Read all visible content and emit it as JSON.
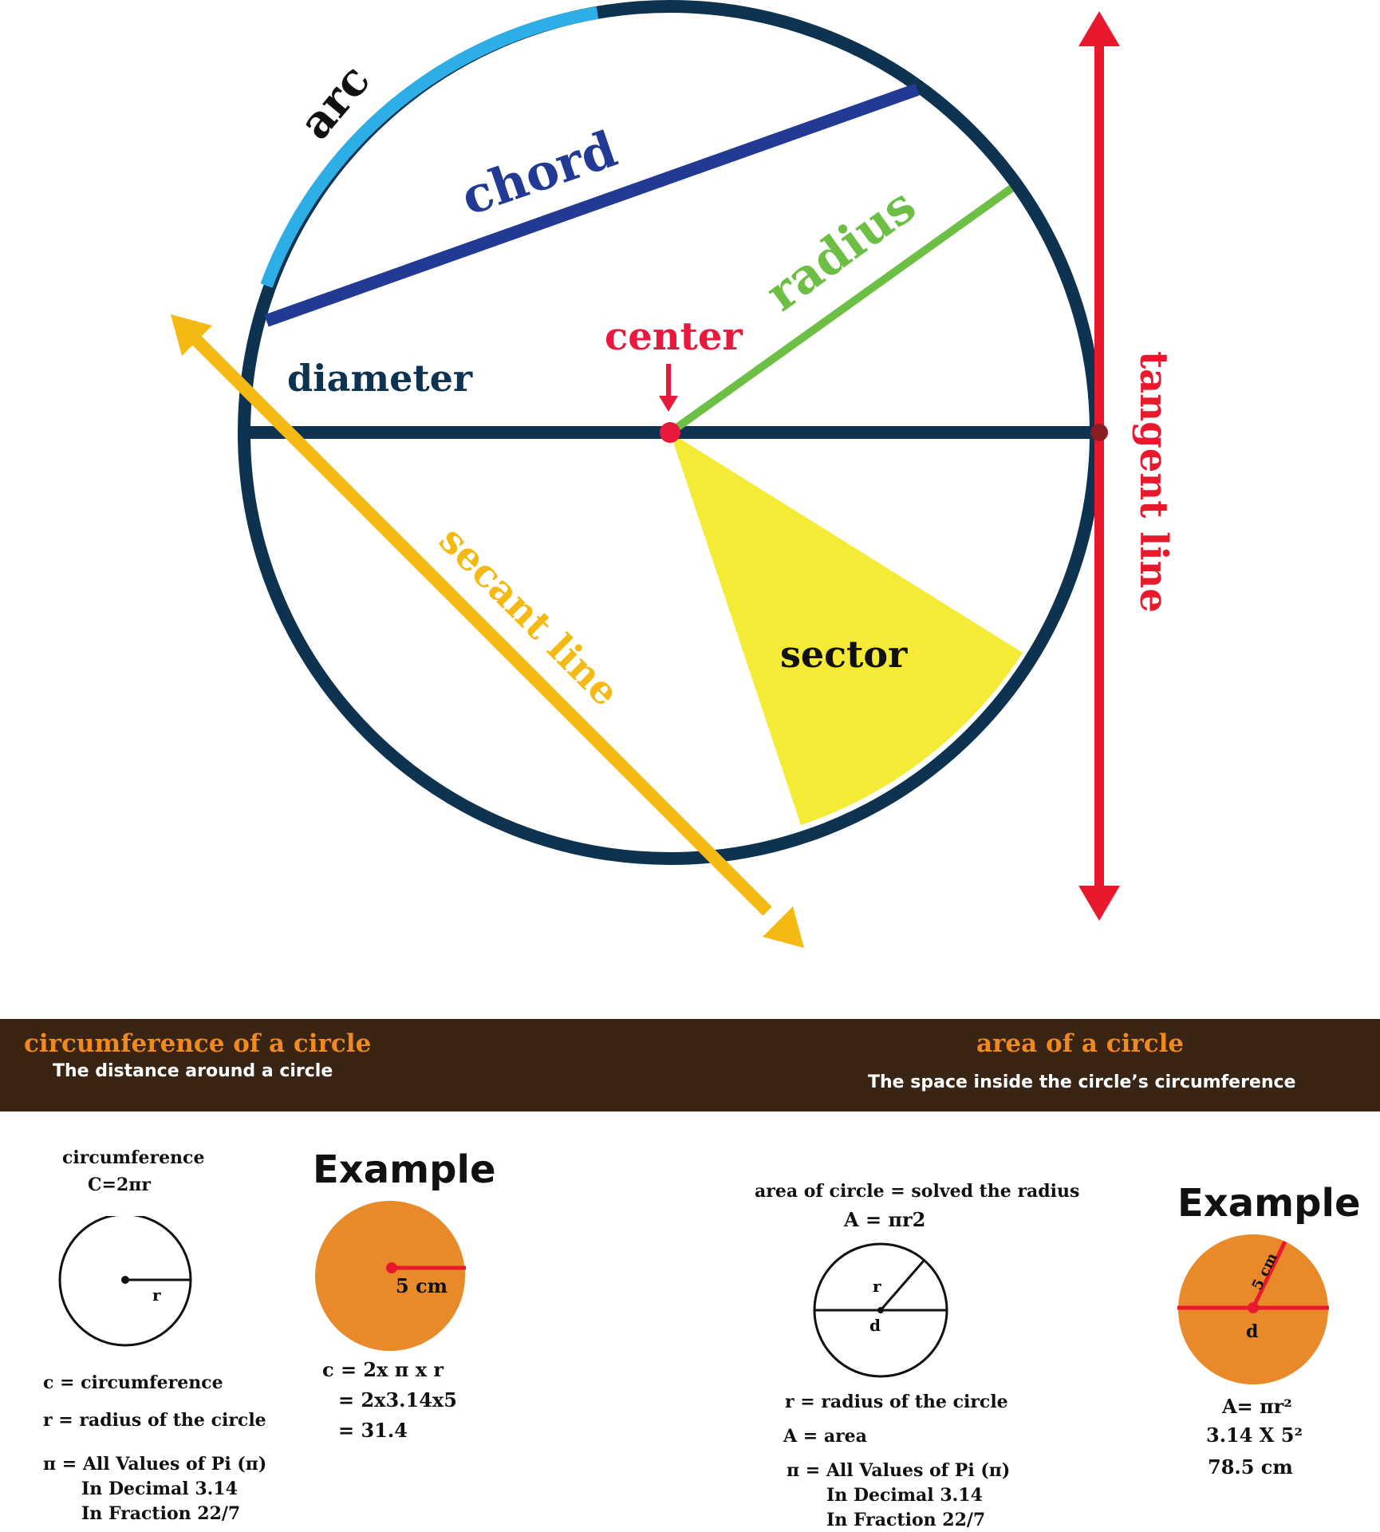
{
  "diagram": {
    "labels": {
      "arc": "arc",
      "chord": "chord",
      "radius": "radius",
      "center": "center",
      "diameter": "diameter",
      "secant": "secant line",
      "sector": "sector",
      "tangent": "tangent line"
    },
    "colors": {
      "circle": "#0d3350",
      "arc": "#2eaee6",
      "chord": "#233a94",
      "radius": "#6cbf44",
      "center": "#e8193c",
      "diameter": "#0d3350",
      "secant": "#f5b914",
      "sector": "#f5ea36",
      "tangent": "#e8192c"
    }
  },
  "band": {
    "left_title": "circumference of a circle",
    "left_subtitle": "The distance around a circle",
    "right_title": "area of a circle",
    "right_subtitle": "The space inside the circle’s circumference"
  },
  "circumference": {
    "heading": "circumference",
    "formula": "C=2πr",
    "diagram_label": "r",
    "legend": [
      "c = circumference",
      "r =  radius of the circle",
      "π =  All Values of Pi (π)",
      "In Decimal   3.14",
      "In Fraction 22/7"
    ],
    "example_title": "Example",
    "example_label": "5 cm",
    "calc": [
      "c = 2x π x r",
      "= 2x3.14x5",
      "= 31.4"
    ]
  },
  "area": {
    "heading": "area of circle = solved the radius",
    "formula": "A = πr2",
    "diagram_labels": {
      "r": "r",
      "d": "d"
    },
    "legend": [
      "r =  radius of the circle",
      "A = area",
      "π =  All Values of Pi (π)",
      "In Decimal   3.14",
      "In Fraction  22/7"
    ],
    "example_title": "Example",
    "example_labels": {
      "radius": "5 cm",
      "d": "d"
    },
    "calc": [
      "A= πr²",
      "3.14 X 5²",
      "78.5 cm"
    ]
  },
  "example_fill": "#e8892a",
  "example_line": "#e8192c"
}
